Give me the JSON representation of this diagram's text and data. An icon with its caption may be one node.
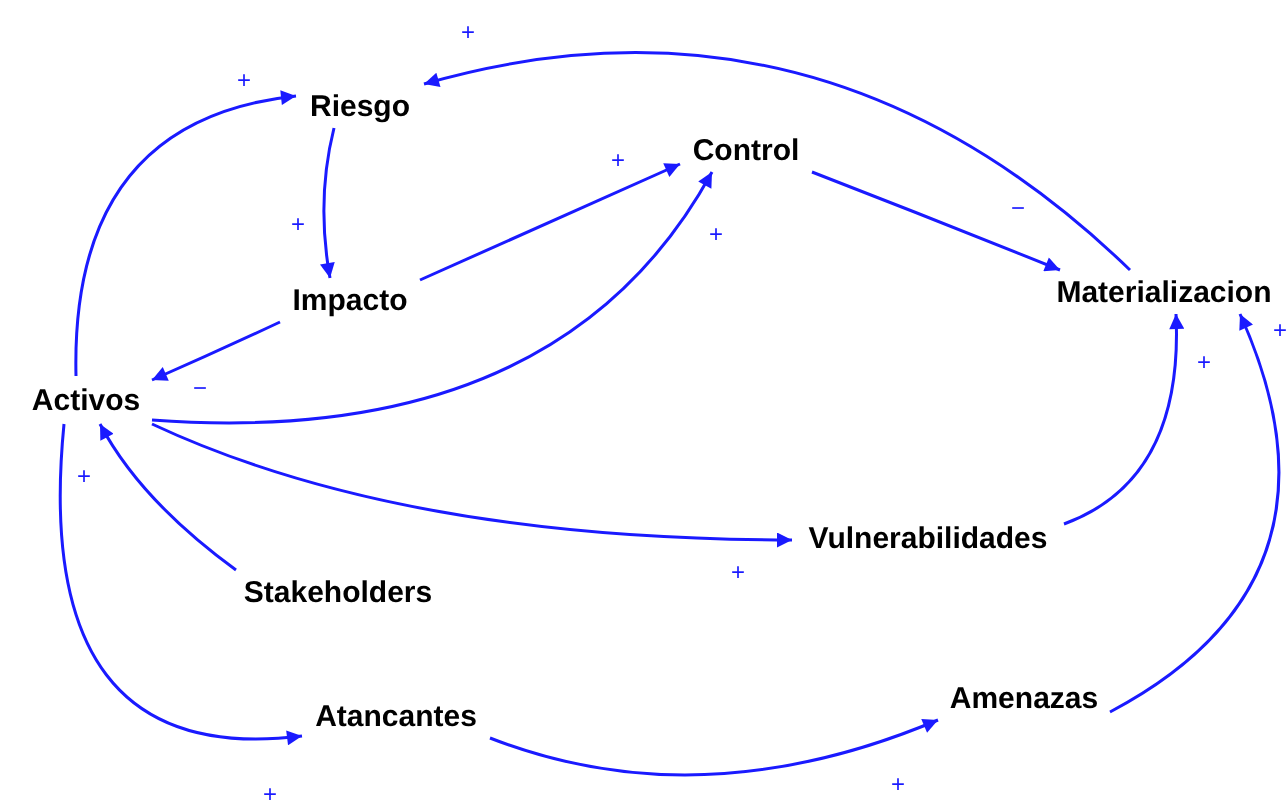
{
  "diagram": {
    "nodes": [
      {
        "text": [
          "Riesgo"
        ]
      },
      {
        "text": [
          "Control"
        ]
      },
      {
        "text": [
          "Impacto"
        ]
      },
      {
        "text": [
          "Materializacion"
        ]
      },
      {
        "text": [
          "Activos"
        ]
      },
      {
        "text": [
          "Vulnerabilidades"
        ]
      },
      {
        "text": [
          "Stakeholders"
        ]
      },
      {
        "text": [
          "Atancantes"
        ]
      },
      {
        "text": [
          "Amenazas"
        ]
      }
    ],
    "edges": [
      {
        "from": 4,
        "to": 0,
        "arrow": "to",
        "label": "+"
      },
      {
        "from": 0,
        "to": 2,
        "arrow": "to",
        "label": "+"
      },
      {
        "from": 2,
        "to": 4,
        "arrow": "to",
        "label": "−"
      },
      {
        "from": 2,
        "to": 1,
        "arrow": "to",
        "label": "+"
      },
      {
        "from": 4,
        "to": 1,
        "arrow": "to",
        "label": "+"
      },
      {
        "from": 1,
        "to": 3,
        "arrow": "to",
        "label": "−"
      },
      {
        "from": 3,
        "to": 0,
        "arrow": "to",
        "label": "+"
      },
      {
        "from": 4,
        "to": 5,
        "arrow": "to",
        "label": "+"
      },
      {
        "from": 5,
        "to": 3,
        "arrow": "to",
        "label": "+"
      },
      {
        "from": 8,
        "to": 3,
        "arrow": "to",
        "label": "+"
      },
      {
        "from": 6,
        "to": 4,
        "arrow": "to",
        "label": "+"
      },
      {
        "from": 4,
        "to": 7,
        "arrow": "to",
        "label": "+"
      },
      {
        "from": 7,
        "to": 8,
        "arrow": "to",
        "label": "+"
      }
    ]
  }
}
